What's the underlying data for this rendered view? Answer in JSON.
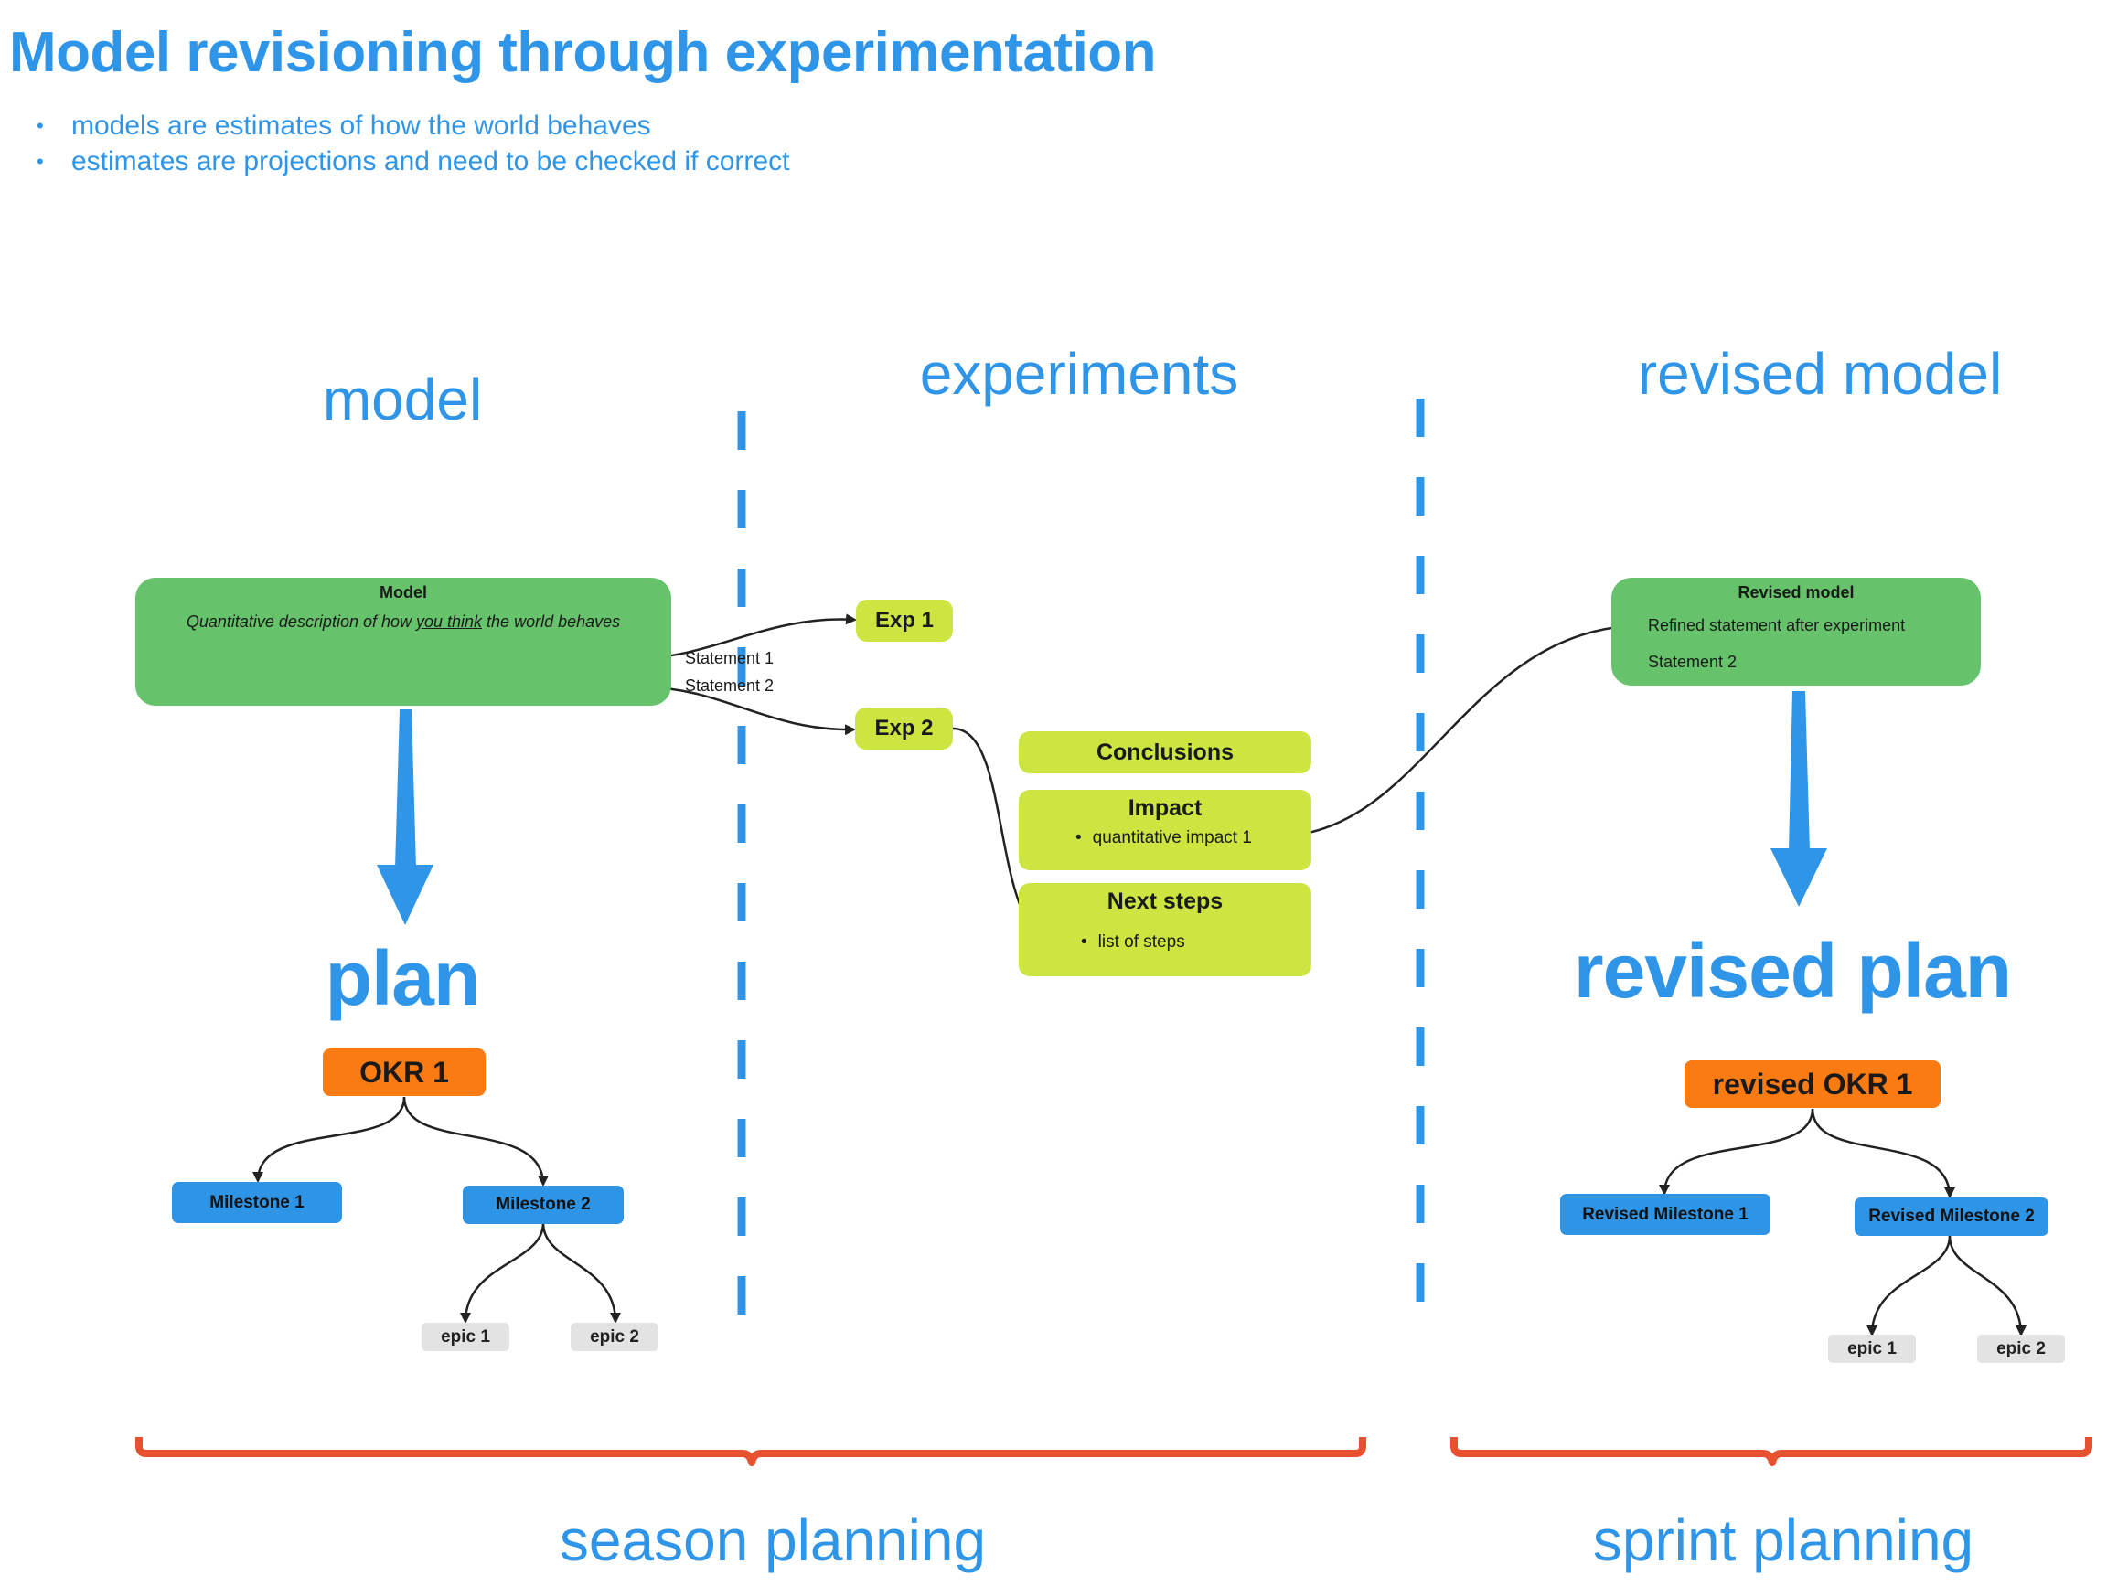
{
  "header": {
    "title": "Model revisioning through experimentation",
    "bullets": [
      "models are estimates of how the world behaves",
      "estimates are projections and need to be checked if correct"
    ]
  },
  "columns": {
    "model": "model",
    "experiments": "experiments",
    "revised_model": "revised model"
  },
  "model_box": {
    "title": "Model",
    "description_pre": "Quantitative description of how ",
    "description_emph": "you think",
    "description_post": " the world behaves",
    "statement_1": "Statement 1",
    "statement_2": "Statement 2"
  },
  "plan": {
    "heading": "plan",
    "okr": "OKR 1",
    "milestone_1": "Milestone 1",
    "milestone_2": "Milestone 2",
    "epic_1": "epic 1",
    "epic_2": "epic 2"
  },
  "experiments": {
    "exp_1": "Exp 1",
    "exp_2": "Exp 2",
    "conclusions": "Conclusions",
    "impact_title": "Impact",
    "impact_bullet": "quantitative impact 1",
    "next_steps_title": "Next steps",
    "next_steps_bullet": "list of steps"
  },
  "revised_model_box": {
    "title": "Revised model",
    "statement_1": "Refined statement after experiment",
    "statement_2": "Statement 2"
  },
  "revised_plan": {
    "heading": "revised plan",
    "okr": "revised OKR 1",
    "milestone_1": "Revised Milestone 1",
    "milestone_2": "Revised Milestone 2",
    "epic_1": "epic 1",
    "epic_2": "epic 2"
  },
  "footer": {
    "season": "season planning",
    "sprint": "sprint planning"
  },
  "colors": {
    "accent_blue": "#2f95e8",
    "model_green": "#66c36b",
    "lime": "#cde541",
    "okr_orange": "#fb7b13",
    "milestone_blue": "#2d94e6",
    "epic_gray": "#e3e3e3",
    "brace_red": "#e8512f"
  }
}
